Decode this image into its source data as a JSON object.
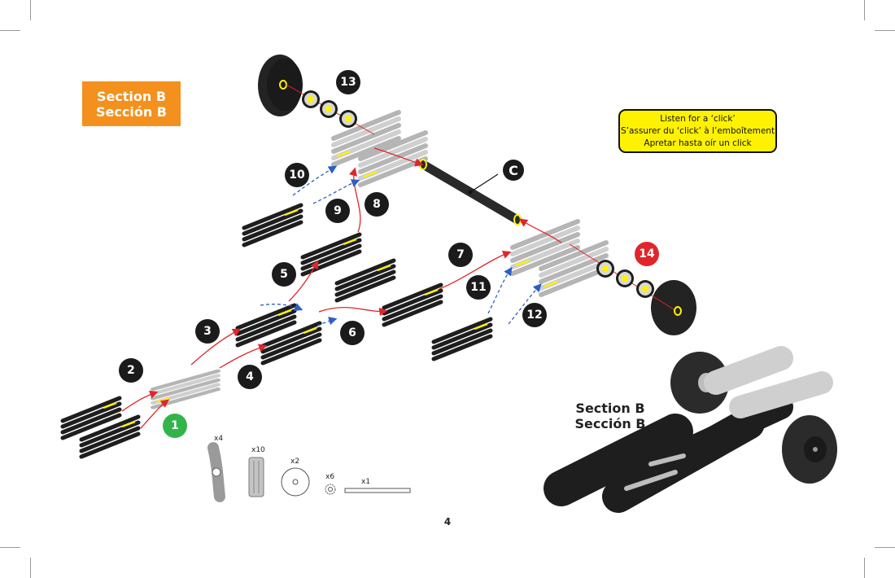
{
  "section_badge": {
    "line1": "Section B",
    "line2": "Sección B",
    "color": "#f4901e"
  },
  "click_note": {
    "line1": "Listen for a ‘click’",
    "line2": "S’assurer du ‘click’ à l’emboîtement",
    "line3": "Apretar hasta oír un click",
    "color": "#fff200"
  },
  "steps": [
    "1",
    "2",
    "3",
    "4",
    "5",
    "6",
    "7",
    "8",
    "9",
    "10",
    "11",
    "12",
    "13",
    "14"
  ],
  "connector_label": "C",
  "result_title": {
    "line1": "Section B",
    "line2": "Sección B"
  },
  "parts": [
    {
      "qty": "x4",
      "icon": "bent-connector-icon"
    },
    {
      "qty": "x10",
      "icon": "straight-connector-icon"
    },
    {
      "qty": "x2",
      "icon": "wheel-icon"
    },
    {
      "qty": "x6",
      "icon": "gear-icon"
    },
    {
      "qty": "x1",
      "icon": "axle-rod-icon"
    }
  ],
  "page_number": "4",
  "colors": {
    "step_start": "#33b44a",
    "step_end": "#e0262c",
    "arrow_red": "#e0262c",
    "arrow_blue": "#2d5fc4",
    "highlight": "#fff200"
  }
}
